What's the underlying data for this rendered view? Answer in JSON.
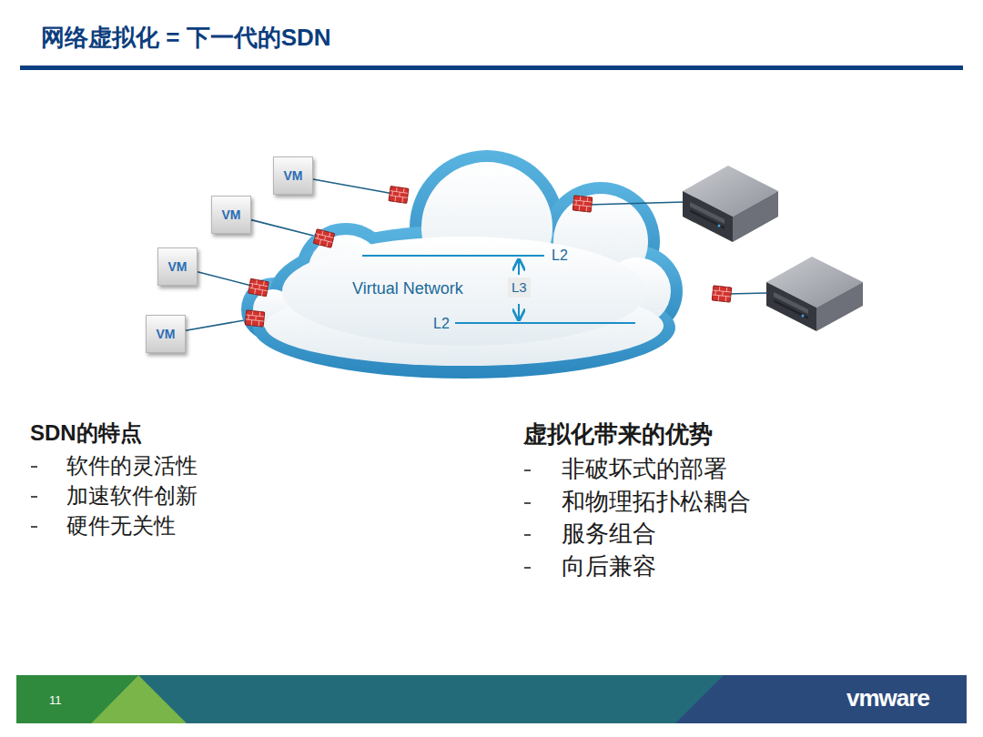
{
  "diagram": {
    "title": "网络虚拟化 = 下一代的SDN",
    "nodes": [
      {
        "text": [
          "VM"
        ]
      },
      {
        "text": [
          "VM"
        ]
      },
      {
        "text": [
          "VM"
        ]
      },
      {
        "text": [
          "VM"
        ]
      },
      {
        "text": [
          "Virtual Network"
        ]
      }
    ],
    "edges": [
      {
        "from": 0,
        "to": 4,
        "arrow": "none"
      },
      {
        "from": 1,
        "to": 4,
        "arrow": "none"
      },
      {
        "from": 2,
        "to": 4,
        "arrow": "none"
      },
      {
        "from": 3,
        "to": 4,
        "arrow": "none"
      }
    ],
    "labels": [
      "L2",
      "L3",
      "L2",
      "SDN的特点",
      "软件的灵活性",
      "加速软件创新",
      "硬件无关性",
      "虚拟化带来的优势",
      "非破坏式的部署",
      "和物理拓扑松耦合",
      "服务组合",
      "向后兼容",
      "11",
      "vmware"
    ]
  }
}
